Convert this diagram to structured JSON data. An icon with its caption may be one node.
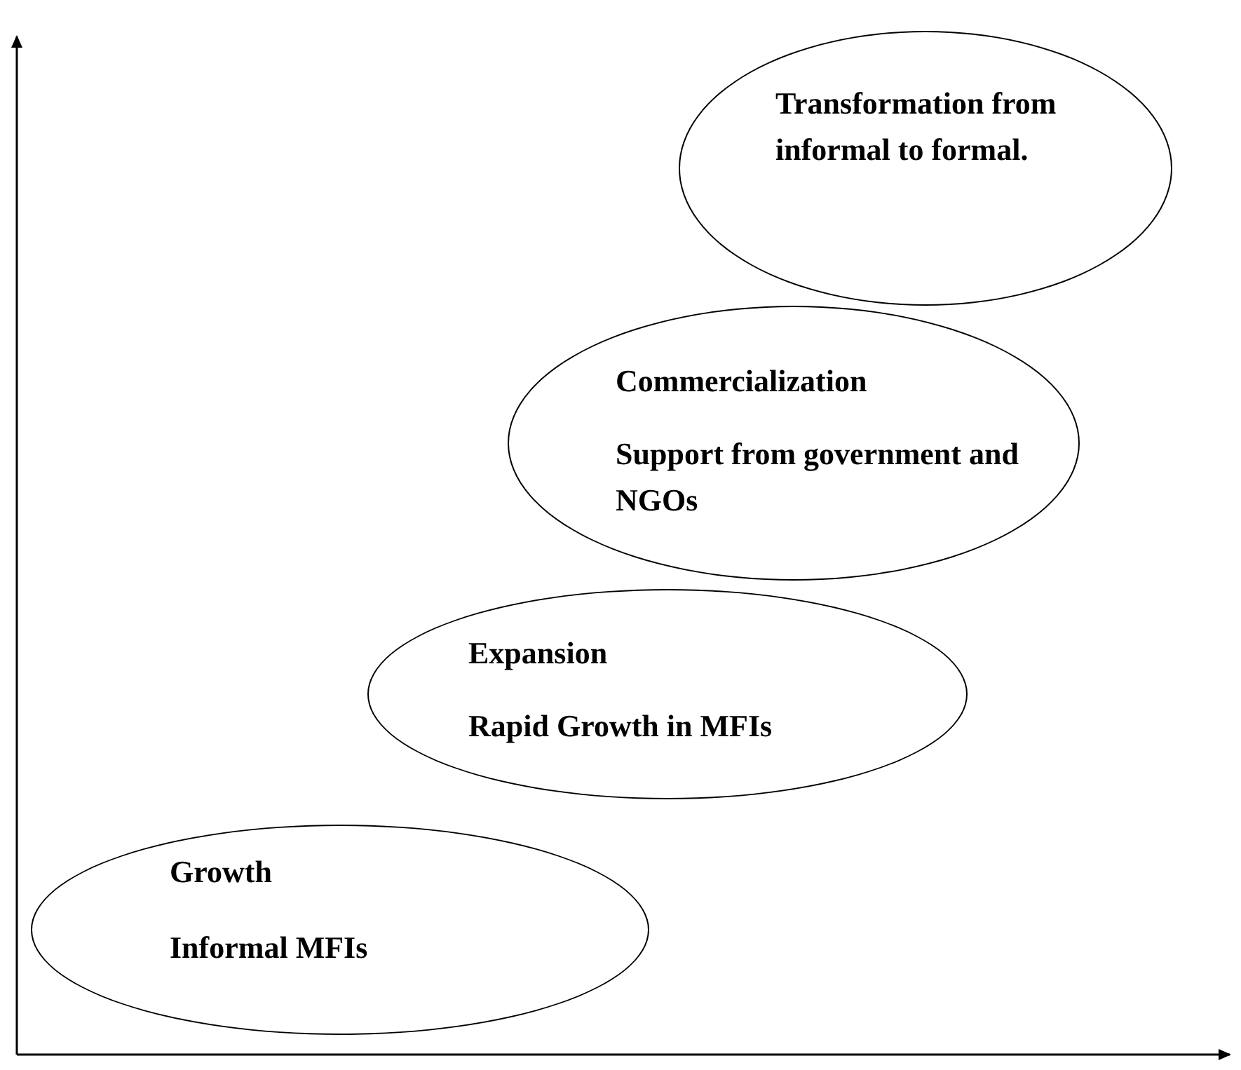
{
  "diagram": {
    "nodes": [
      {
        "text": [
          "Growth",
          "Informal MFIs"
        ]
      },
      {
        "text": [
          "Expansion",
          "Rapid Growth in MFIs"
        ]
      },
      {
        "text": [
          "Commercialization",
          "Support from government and NGOs"
        ]
      },
      {
        "text": [
          "Transformation from informal to formal."
        ]
      }
    ],
    "edges": []
  }
}
